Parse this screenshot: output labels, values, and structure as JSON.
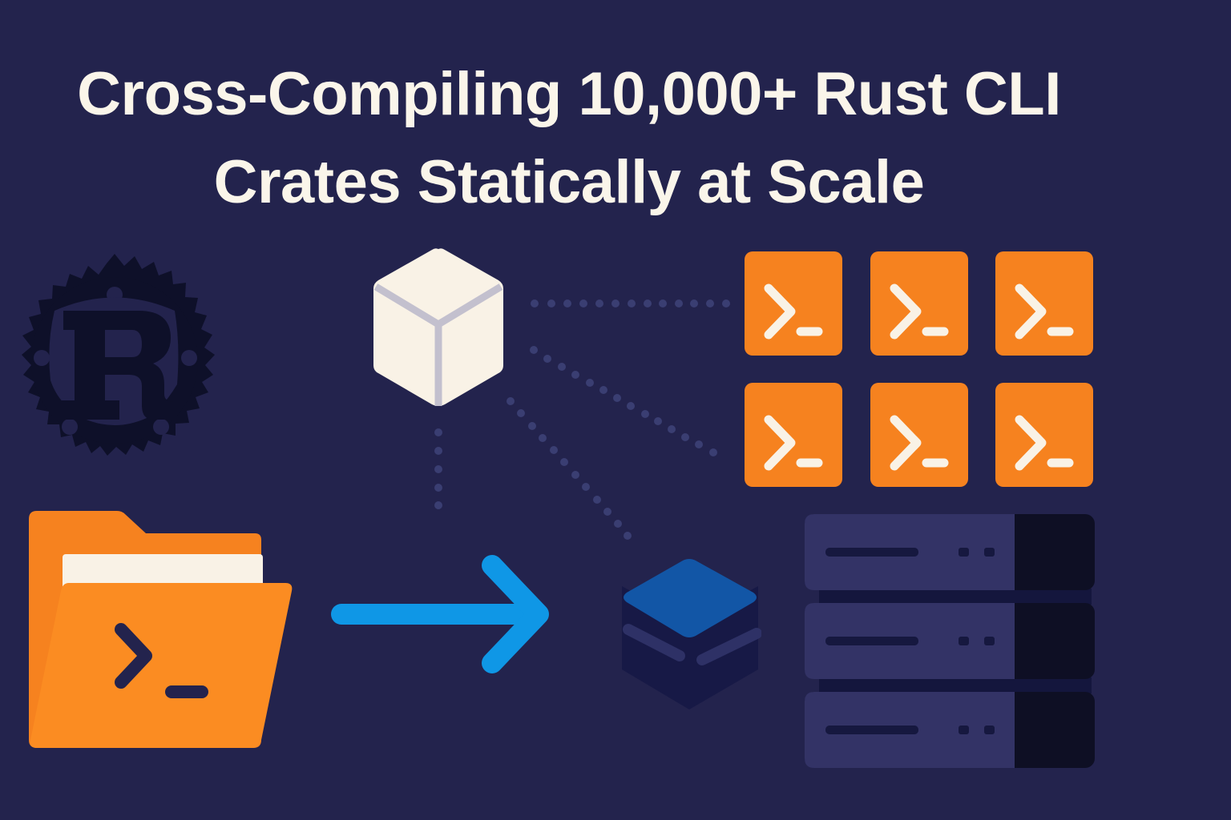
{
  "title": {
    "line1": "Cross-Compiling 10,000+ Rust CLI",
    "line2": "Crates Statically at Scale"
  },
  "icons": {
    "rust_logo": "rust-gear-logo",
    "source_crate": "package-cube-icon",
    "cli_folder": "terminal-folder-icon",
    "pipeline_arrow": "arrow-right-icon",
    "build_artifact": "stacked-block-icon",
    "binaries": "terminal-prompt-icon",
    "deploy_target": "server-rack-icon"
  },
  "binary_tiles": {
    "rows": 2,
    "cols": 3,
    "count": 6,
    "glyph": ">_"
  },
  "server_rack": {
    "units": 3
  },
  "colors": {
    "background": "#23234d",
    "title_text": "#faf5ea",
    "orange": "#f6821f",
    "folder_orange": "#fb8c22",
    "arrow_blue": "#0f97e6",
    "cube_cream": "#f9f2e6",
    "block_top_blue": "#1256a6",
    "rack_panel": "#333366",
    "rack_side": "#0e0f24",
    "rust_logo": "#0e1029",
    "dotted_lines": "#3a3e72"
  }
}
